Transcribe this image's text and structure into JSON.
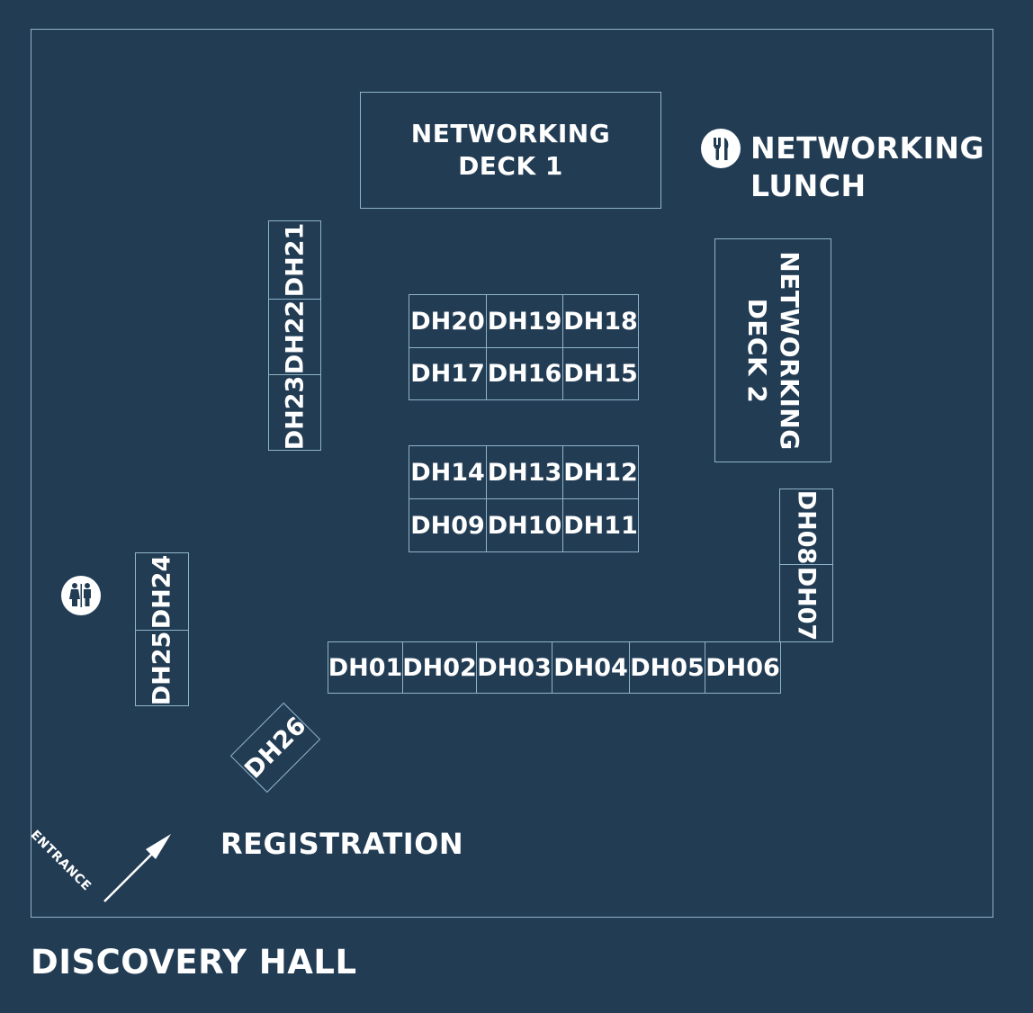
{
  "hall": {
    "title": "DISCOVERY HALL",
    "registration": "REGISTRATION",
    "entrance": "ENTRANCE",
    "lunch": {
      "line1": "NETWORKING",
      "line2": "LUNCH",
      "icon": "fork-knife-icon"
    },
    "restroom_icon": "restroom-icon"
  },
  "decks": {
    "deck1": {
      "line1": "NETWORKING",
      "line2": "DECK 1"
    },
    "deck2": {
      "line1": "NETWORKING",
      "line2": "DECK 2"
    }
  },
  "booths": {
    "DH01": "DH01",
    "DH02": "DH02",
    "DH03": "DH03",
    "DH04": "DH04",
    "DH05": "DH05",
    "DH06": "DH06",
    "DH07": "DH07",
    "DH08": "DH08",
    "DH09": "DH09",
    "DH10": "DH10",
    "DH11": "DH11",
    "DH12": "DH12",
    "DH13": "DH13",
    "DH14": "DH14",
    "DH15": "DH15",
    "DH16": "DH16",
    "DH17": "DH17",
    "DH18": "DH18",
    "DH19": "DH19",
    "DH20": "DH20",
    "DH21": "DH21",
    "DH22": "DH22",
    "DH23": "DH23",
    "DH24": "DH24",
    "DH25": "DH25",
    "DH26": "DH26"
  },
  "colors": {
    "background": "#223c54",
    "outline": "#8fb4c8",
    "text": "#ffffff"
  }
}
